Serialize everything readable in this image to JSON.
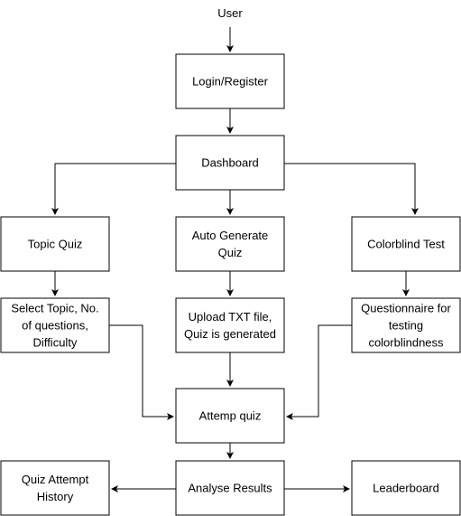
{
  "diagram": {
    "user_label": "User",
    "nodes": {
      "login": [
        "Login/Register"
      ],
      "dashboard": [
        "Dashboard"
      ],
      "topic_quiz": [
        "Topic Quiz"
      ],
      "auto_quiz": [
        "Auto Generate",
        "Quiz"
      ],
      "colorblind": [
        "Colorblind Test"
      ],
      "select_topic": [
        "Select Topic, No.",
        "of questions,",
        "Difficulty"
      ],
      "upload_txt": [
        "Upload TXT file,",
        "Quiz is generated"
      ],
      "questionnaire": [
        "Questionnaire for",
        "testing",
        "colorblindness"
      ],
      "attempt": [
        "Attemp quiz"
      ],
      "analyse": [
        "Analyse Results"
      ],
      "history": [
        "Quiz Attempt",
        "History"
      ],
      "leaderboard": [
        "Leaderboard"
      ]
    },
    "edges": [
      [
        "user",
        "login"
      ],
      [
        "login",
        "dashboard"
      ],
      [
        "dashboard",
        "topic_quiz"
      ],
      [
        "dashboard",
        "auto_quiz"
      ],
      [
        "dashboard",
        "colorblind"
      ],
      [
        "topic_quiz",
        "select_topic"
      ],
      [
        "auto_quiz",
        "upload_txt"
      ],
      [
        "colorblind",
        "questionnaire"
      ],
      [
        "select_topic",
        "attempt"
      ],
      [
        "upload_txt",
        "attempt"
      ],
      [
        "questionnaire",
        "attempt"
      ],
      [
        "attempt",
        "analyse"
      ],
      [
        "analyse",
        "history"
      ],
      [
        "analyse",
        "leaderboard"
      ]
    ]
  }
}
